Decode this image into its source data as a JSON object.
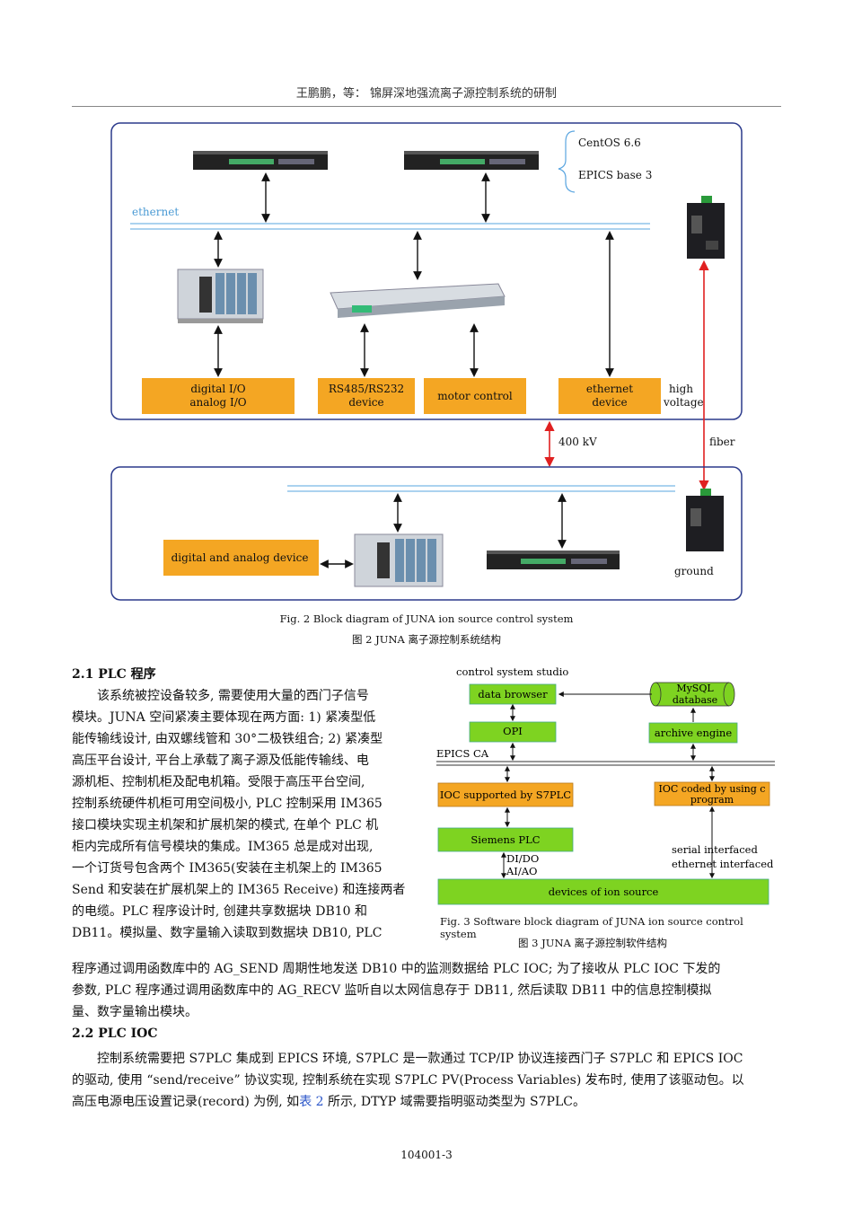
{
  "header": {
    "running_title": "王鹏鹏，等：  锦屏深地强流离子源控制系统的研制"
  },
  "fig2": {
    "top": {
      "os_label": "CentOS 6.6",
      "epics_label": "EPICS base 3",
      "ethernet_label": "ethernet",
      "boxes": {
        "dio": [
          "digital I/O",
          "analog I/O"
        ],
        "rs485": [
          "RS485/RS232",
          "device"
        ],
        "motor": "motor control",
        "eth_dev": [
          "ethernet",
          "device"
        ]
      },
      "high_voltage": [
        "high",
        "voltage"
      ]
    },
    "mid": {
      "kv_label": "400 kV",
      "fiber_label": "fiber"
    },
    "bottom": {
      "device_box": "digital and analog device",
      "ground_label": "ground"
    },
    "caption_en": "Fig. 2    Block diagram of JUNA ion source control system",
    "caption_cn": "图 2    JUNA 离子源控制系统结构"
  },
  "fig3": {
    "studio_label": "control system studio",
    "data_browser": "data browser",
    "mysql": [
      "MySQL",
      "database"
    ],
    "opi": "OPI",
    "archive": "archive engine",
    "epics_ca": "EPICS CA",
    "ioc_s7": "IOC supported by S7PLC",
    "ioc_c": [
      "IOC coded by using c",
      "program"
    ],
    "siemens": "Siemens PLC",
    "dido": [
      "DI/DO",
      "AI/AO"
    ],
    "serial": [
      "serial interfaced",
      "ethernet interfaced"
    ],
    "devices": "devices of ion source",
    "caption_en": "Fig. 3    Software block diagram of JUNA ion source control system",
    "caption_cn": "图 3    JUNA 离子源控制软件结构"
  },
  "section_2_1": {
    "heading": "2.1    PLC 程序",
    "lines": [
      "该系统被控设备较多, 需要使用大量的西门子信号",
      "模块。JUNA 空间紧凑主要体现在两方面: 1) 紧凑型低",
      "能传输线设计, 由双螺线管和 30°二极铁组合; 2) 紧凑型",
      "高压平台设计, 平台上承载了离子源及低能传输线、电",
      "源机柜、控制机柜及配电机箱。受限于高压平台空间,",
      "控制系统硬件机柜可用空间极小, PLC 控制采用 IM365",
      "接口模块实现主机架和扩展机架的模式, 在单个 PLC 机",
      "柜内完成所有信号模块的集成。IM365 总是成对出现,",
      "一个订货号包含两个 IM365(安装在主机架上的 IM365",
      "Send 和安装在扩展机架上的 IM365 Receive) 和连接两者",
      "的电缆。PLC 程序设计时, 创建共享数据块 DB10 和",
      "DB11。模拟量、数字量输入读取到数据块 DB10, PLC"
    ],
    "full_lines": [
      "程序通过调用函数库中的 AG_SEND 周期性地发送 DB10 中的监测数据给 PLC IOC; 为了接收从 PLC IOC 下发的",
      "参数, PLC 程序通过调用函数库中的 AG_RECV 监听自以太网信息存于 DB11, 然后读取 DB11 中的信息控制模拟",
      "量、数字量输出模块。"
    ]
  },
  "section_2_2": {
    "heading": "2.2    PLC IOC",
    "line1": "控制系统需要把 S7PLC 集成到 EPICS 环境, S7PLC 是一款通过 TCP/IP 协议连接西门子 S7PLC 和 EPICS IOC",
    "line2": "的驱动, 使用 “send/receive” 协议实现, 控制系统在实现 S7PLC PV(Process Variables) 发布时, 使用了该驱动包。以",
    "line3_pre": "高压电源电压设置记录(record) 为例, 如",
    "line3_link": "表 2",
    "line3_post": " 所示, DTYP 域需要指明驱动类型为 S7PLC。"
  },
  "footer": {
    "page_number": "104001-3"
  },
  "colors": {
    "orange": "#f4a623",
    "green": "#7ed321",
    "frame": "#2b3a8c",
    "ethernet": "#8fc4ea",
    "red": "#e02020"
  }
}
